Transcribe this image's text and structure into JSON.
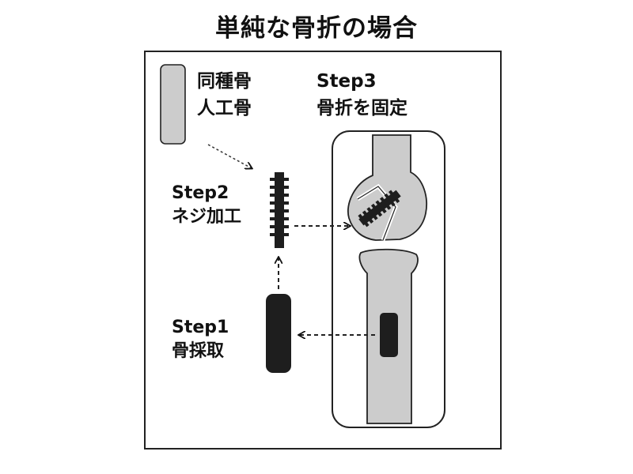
{
  "title": "単純な骨折の場合",
  "legend": {
    "line1": "同種骨",
    "line2": "人工骨"
  },
  "steps": {
    "step1": {
      "heading": "Step1",
      "label": "骨採取"
    },
    "step2": {
      "heading": "Step2",
      "label": "ネジ加工"
    },
    "step3": {
      "heading": "Step3",
      "label": "骨折を固定"
    }
  },
  "colors": {
    "bone": "#cccccc",
    "graft": "#1e1e1e",
    "outline": "#222222"
  }
}
